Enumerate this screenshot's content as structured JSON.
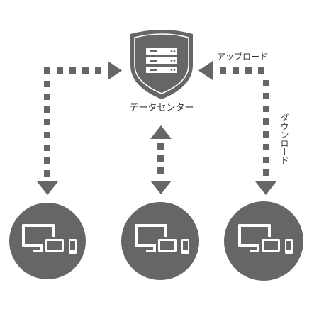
{
  "labels": {
    "data_center": "データセンター",
    "upload": "アップロード",
    "download": "ダウンロード"
  },
  "colors": {
    "primary": "#666666",
    "server": "#ffffff",
    "text": "#333333",
    "background": "#ffffff"
  },
  "icons": {
    "data_center": "shield-server-icon",
    "clients": [
      "devices-icon",
      "devices-icon",
      "devices-icon"
    ]
  }
}
